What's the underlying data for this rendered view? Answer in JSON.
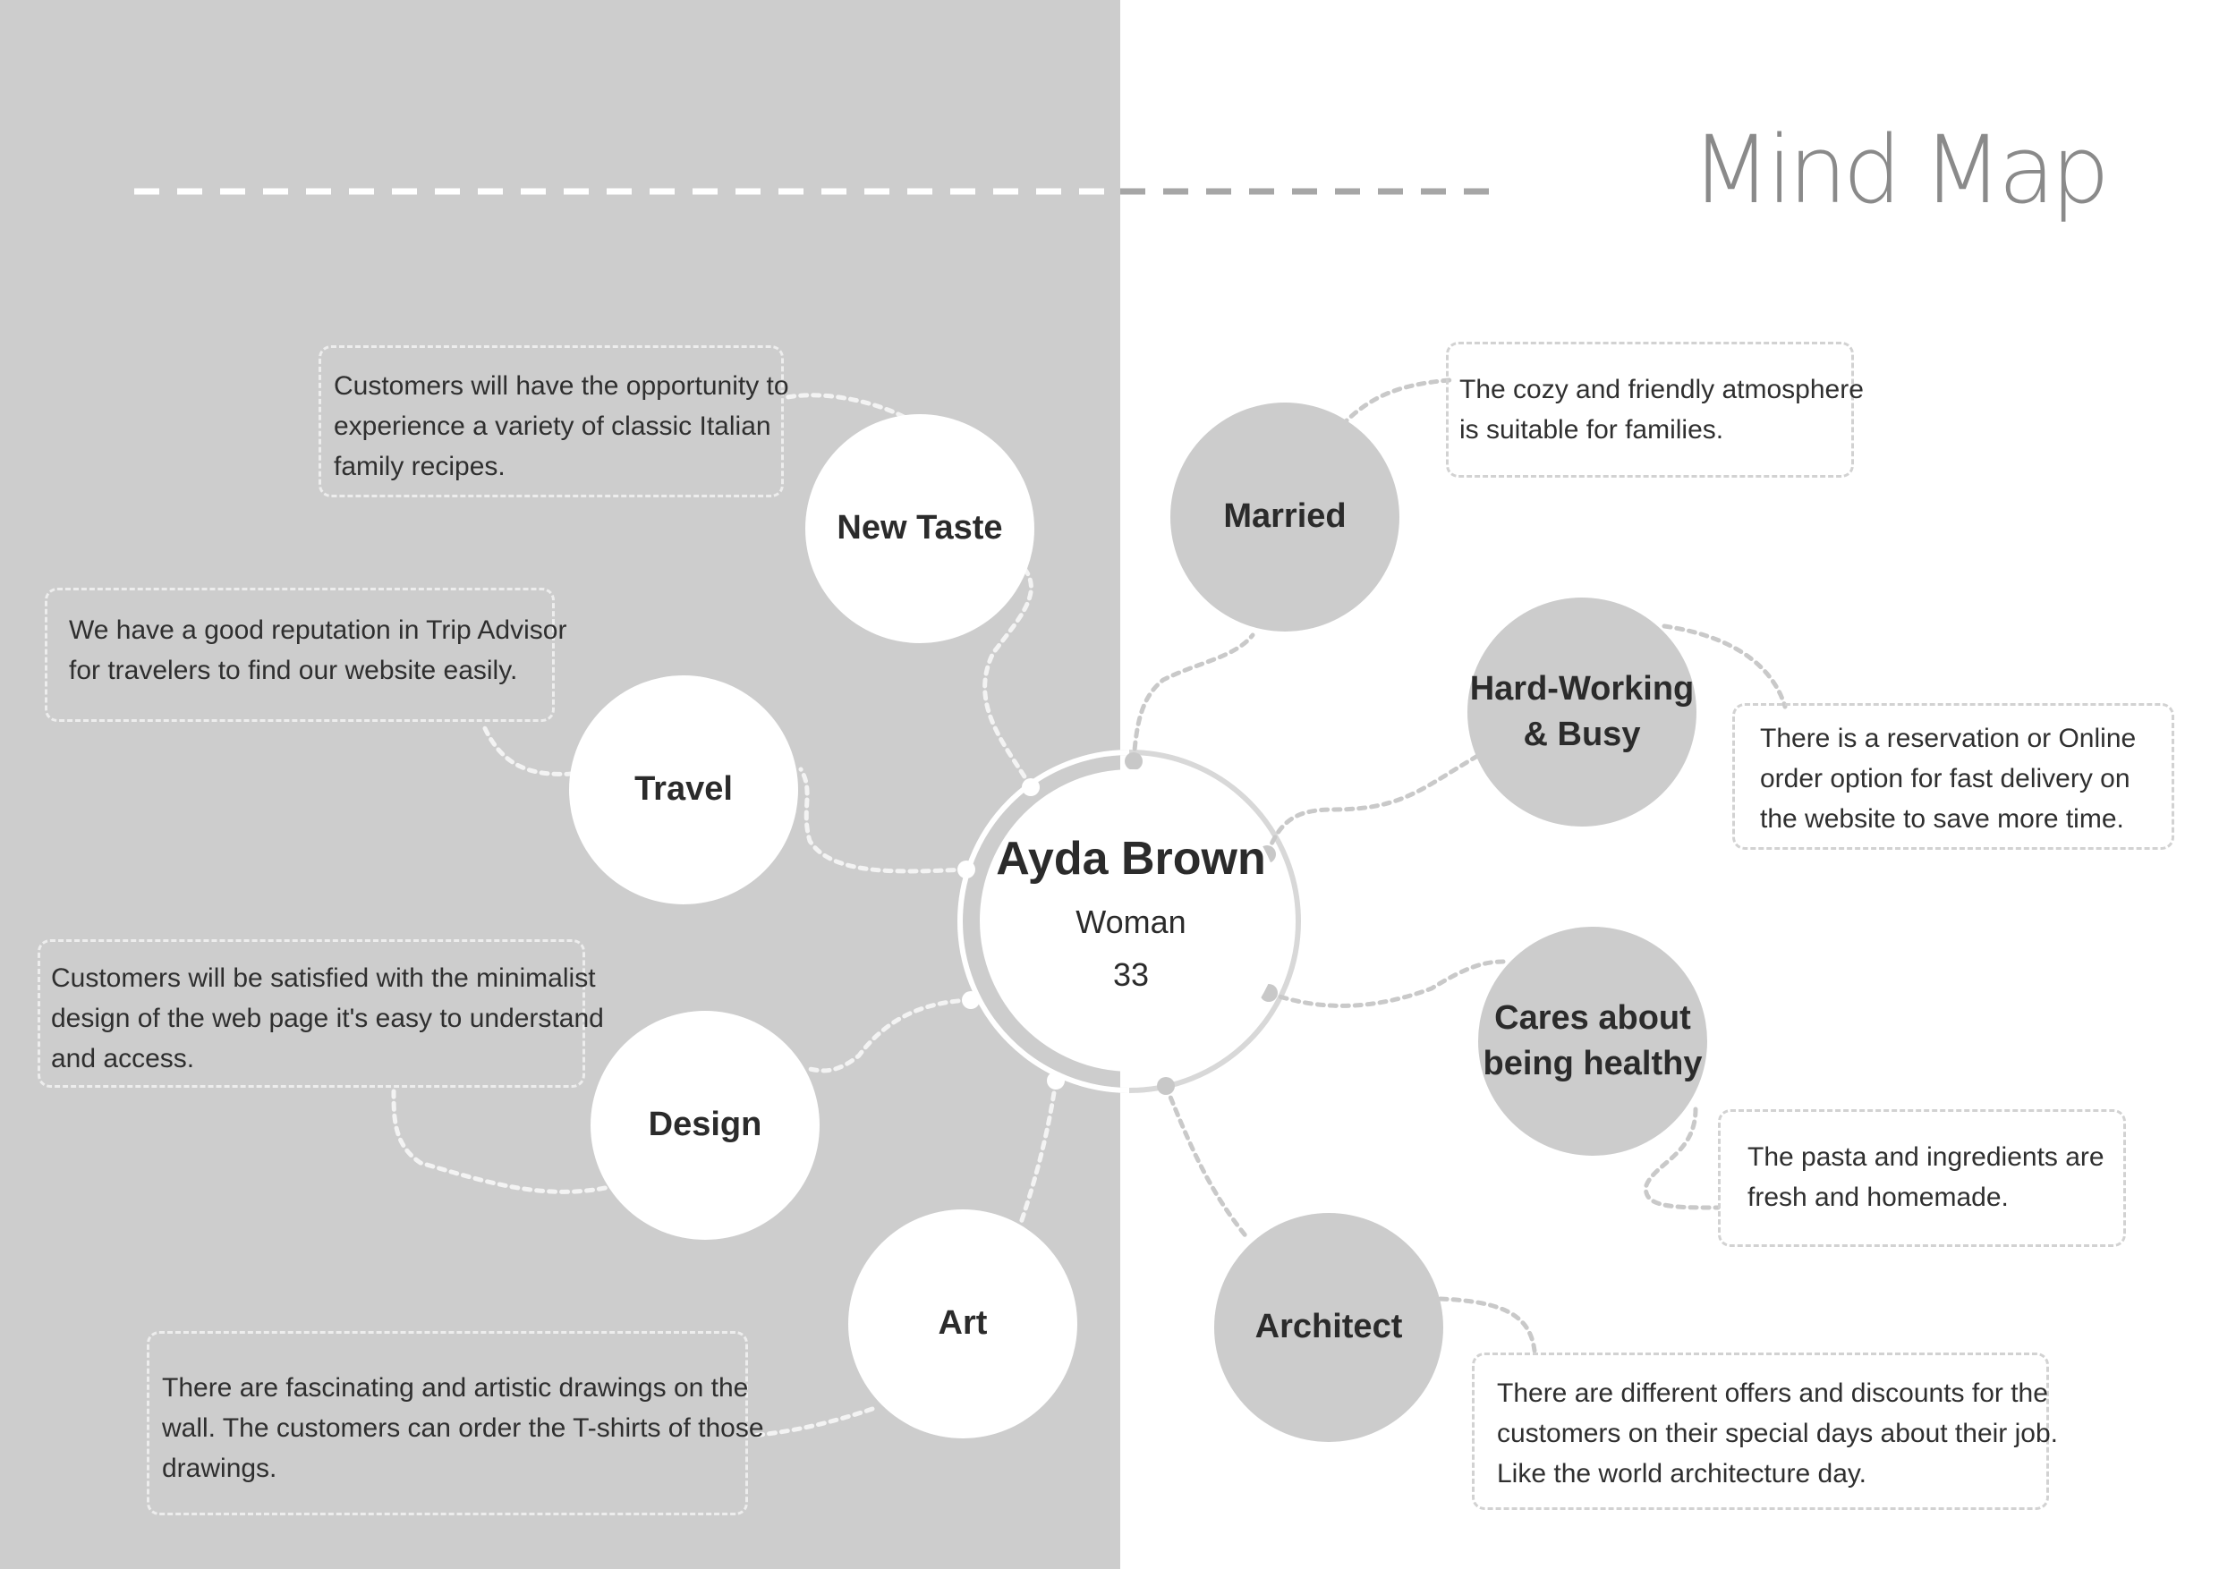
{
  "title": "Mind Map",
  "center": {
    "name": "Ayda Brown",
    "gender": "Woman",
    "age": "33"
  },
  "left_topics": [
    {
      "label": "New Taste",
      "note": [
        "Customers will have the opportunity to",
        "experience a variety of classic Italian",
        "family recipes."
      ]
    },
    {
      "label": "Travel",
      "note": [
        "We have a good reputation in Trip Advisor",
        "for travelers to find our website easily."
      ]
    },
    {
      "label": "Design",
      "note": [
        "Customers will be satisfied with the minimalist",
        "design of the web page it's easy to understand",
        "and access."
      ]
    },
    {
      "label": "Art",
      "note": [
        "There are fascinating and artistic drawings on the",
        "wall. The customers can order the T-shirts of those",
        "drawings."
      ]
    }
  ],
  "right_topics": [
    {
      "label": "Married",
      "note": [
        "The cozy and friendly atmosphere",
        "is suitable for families."
      ]
    },
    {
      "label_lines": [
        "Hard-Working",
        "& Busy"
      ],
      "note": [
        "There is a reservation or Online",
        "order option for fast delivery on",
        "the website to save more time."
      ]
    },
    {
      "label_lines": [
        "Cares about",
        "being healthy"
      ],
      "note": [
        "The pasta and ingredients are",
        "fresh and homemade."
      ]
    },
    {
      "label": "Architect",
      "note": [
        "There are different offers and discounts for the",
        "customers on their special days about their job.",
        "Like the world architecture day."
      ]
    }
  ],
  "colors": {
    "left_background": "#cdcdcd",
    "right_topic_fill": "#cccccc",
    "left_topic_fill": "#ffffff",
    "title": "#8a8a8a"
  }
}
